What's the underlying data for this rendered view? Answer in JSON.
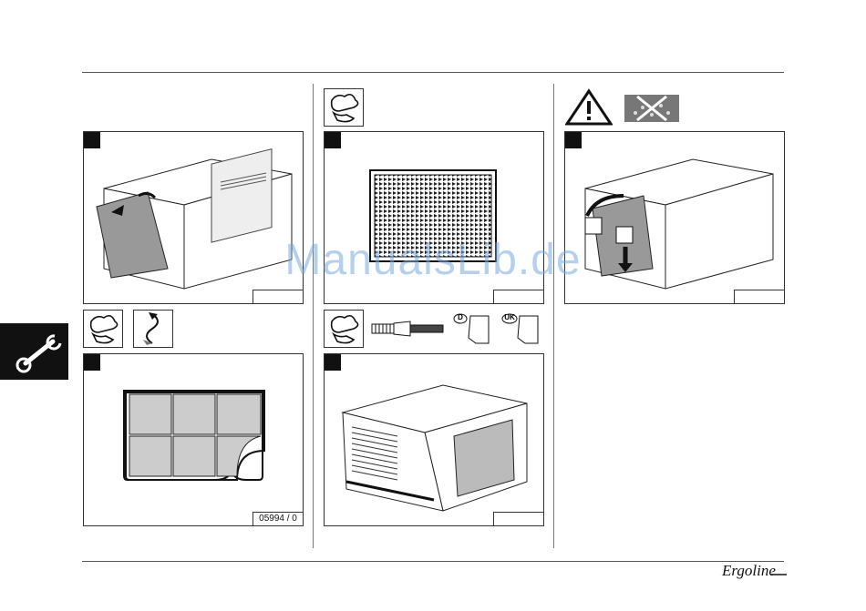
{
  "panels": {
    "p1": {
      "code": ""
    },
    "p2": {
      "code": ""
    },
    "p3": {
      "code": ""
    },
    "p4": {
      "code": "05994 / 0"
    },
    "p5": {
      "code": ""
    }
  },
  "docs": {
    "d_label": "D",
    "uk_label": "UK"
  },
  "footer": {
    "brand": "Ergoline"
  },
  "watermark": {
    "text": "ManualsLib.de"
  }
}
